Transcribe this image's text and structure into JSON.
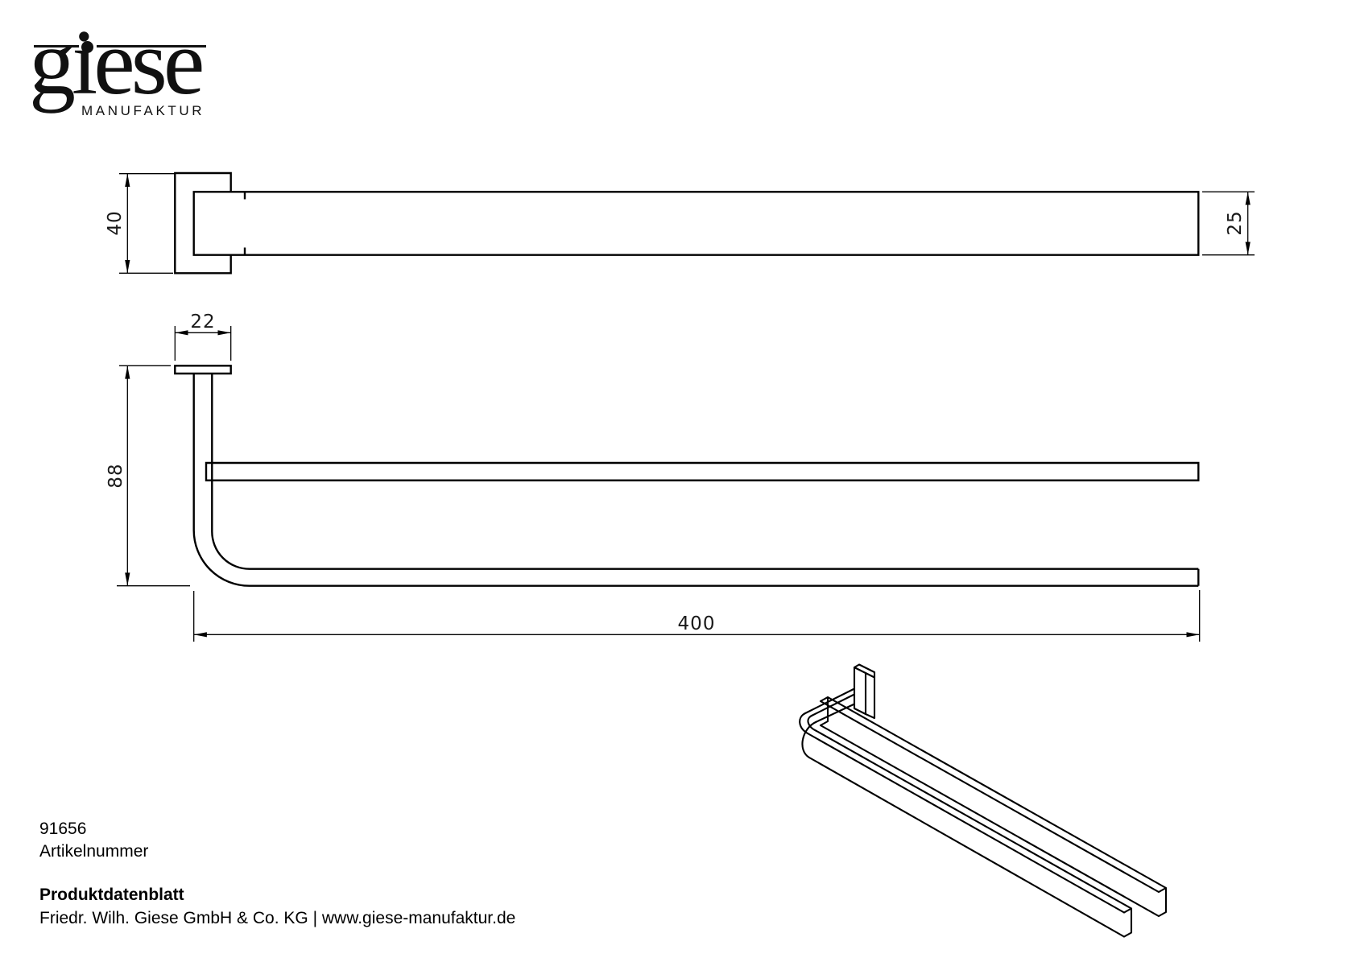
{
  "page": {
    "background": "#ffffff",
    "line_color": "#000000"
  },
  "logo": {
    "brand": "giese",
    "subtitle": "MANUFAKTUR"
  },
  "views": {
    "side_view": {
      "dim_plate_height": "40",
      "dim_bar_height": "25"
    },
    "top_view": {
      "dim_plate_width": "22",
      "dim_arm_depth": "88",
      "dim_bar_length": "400"
    }
  },
  "footer": {
    "article_number": "91656",
    "article_number_label": "Artikelnummer",
    "doc_type": "Produktdatenblatt",
    "company": "Friedr. Wilh. Giese GmbH & Co. KG | www.giese-manufaktur.de"
  }
}
